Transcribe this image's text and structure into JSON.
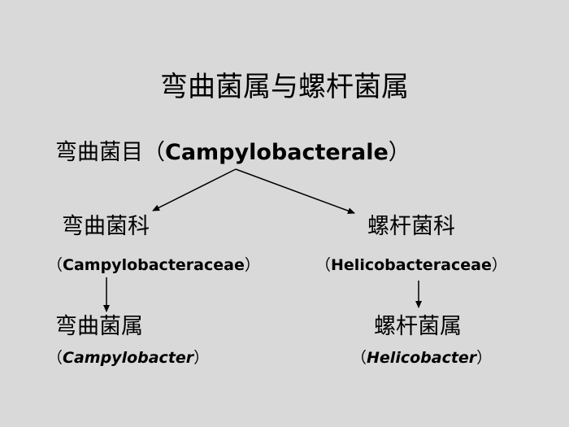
{
  "title": "弯曲菌属与螺杆菌属",
  "order": {
    "cn": "弯曲菌目",
    "lat": "Campylobacterale",
    "open": "（",
    "close": "）"
  },
  "families": [
    {
      "cn": "弯曲菌科",
      "lat": "Campylobacteraceae",
      "open": "（",
      "close": "）"
    },
    {
      "cn": "螺杆菌科",
      "lat": "Helicobacteraceae",
      "open": "（",
      "close": "）"
    }
  ],
  "genera": [
    {
      "cn": "弯曲菌属",
      "lat": "Campylobacter",
      "open": "（",
      "close": "）"
    },
    {
      "cn": "螺杆菌属",
      "lat": "Helicobacter",
      "open": "（",
      "close": "）"
    }
  ],
  "colors": {
    "background": "#d9d9d9",
    "text": "#000000"
  }
}
